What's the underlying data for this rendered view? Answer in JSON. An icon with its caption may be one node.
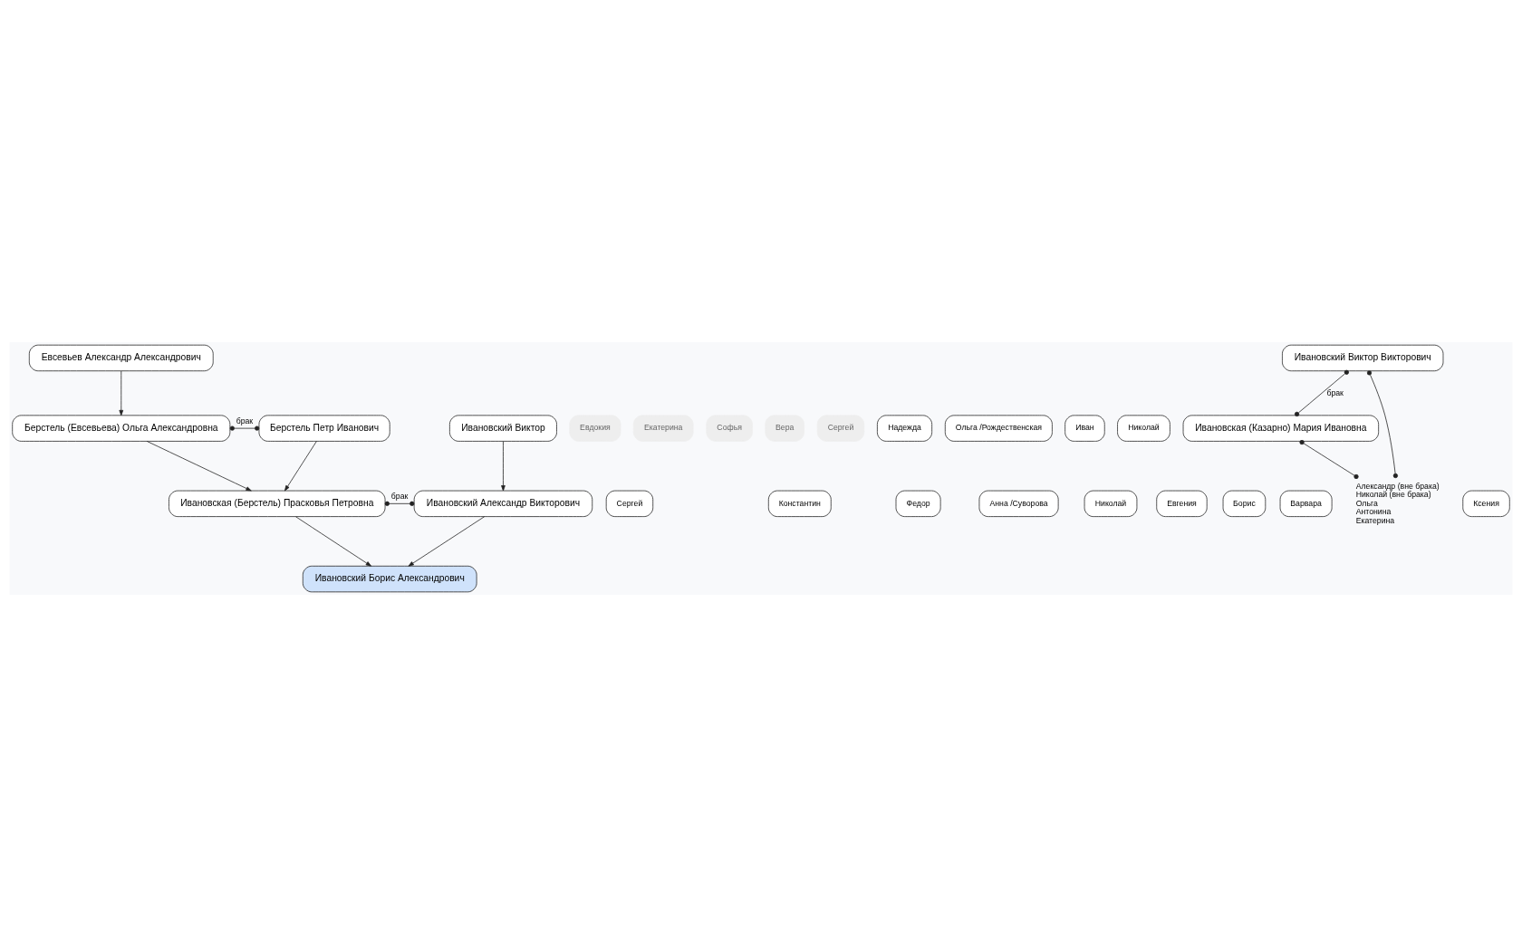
{
  "diagram": {
    "nodes": [
      {
        "text": [
          "Евсевьев Александр Александрович"
        ]
      },
      {
        "text": [
          "Берстель (Евсевьева) Ольга Александровна"
        ]
      },
      {
        "text": [
          "Берстель Петр Иванович"
        ]
      },
      {
        "text": [
          "Ивановский Виктор"
        ]
      },
      {
        "text": [
          "Евдокия"
        ]
      },
      {
        "text": [
          "Екатерина"
        ]
      },
      {
        "text": [
          "Софья"
        ]
      },
      {
        "text": [
          "Вера"
        ]
      },
      {
        "text": [
          "Сергей"
        ]
      },
      {
        "text": [
          "Константин"
        ]
      },
      {
        "text": [
          "Федор"
        ]
      },
      {
        "text": [
          "Анна /Суворова"
        ]
      },
      {
        "text": [
          "Николай"
        ]
      },
      {
        "text": [
          "Евгения"
        ]
      },
      {
        "text": [
          "Борис"
        ]
      },
      {
        "text": [
          "Варвара"
        ]
      },
      {
        "text": [
          "Сергей"
        ]
      },
      {
        "text": [
          "Надежда"
        ]
      },
      {
        "text": [
          "Ольга /Рождественская"
        ]
      },
      {
        "text": [
          "Иван"
        ]
      },
      {
        "text": [
          "Николай"
        ]
      },
      {
        "text": [
          "Ивановский Виктор Викторович"
        ]
      },
      {
        "text": [
          "Ивановская (Казарно) Мария Ивановна"
        ]
      },
      {
        "text": [
          "Александр (вне брака)",
          "Николай (вне брака)",
          "Ольга",
          "Антонина",
          "Екатерина"
        ]
      },
      {
        "text": [
          "Ивановская (Берстель) Прасковья Петровна"
        ]
      },
      {
        "text": [
          "Ивановский Александр Викторович"
        ]
      },
      {
        "text": [
          "Ксения"
        ]
      },
      {
        "text": [
          "Ивановский Борис Александрович"
        ]
      }
    ],
    "edges": [
      {
        "from": 0,
        "to": 1,
        "arrow": "to"
      },
      {
        "from": 1,
        "to": 2,
        "arrow": "other",
        "label": "брак"
      },
      {
        "from": 1,
        "to": 24,
        "arrow": "to"
      },
      {
        "from": 2,
        "to": 24,
        "arrow": "to"
      },
      {
        "from": 3,
        "to": 25,
        "arrow": "to"
      },
      {
        "from": 21,
        "to": 22,
        "arrow": "other",
        "label": "брак"
      },
      {
        "from": 21,
        "to": 23,
        "arrow": "other"
      },
      {
        "from": 22,
        "to": 23,
        "arrow": "other"
      },
      {
        "from": 24,
        "to": 25,
        "arrow": "other",
        "label": "брак"
      },
      {
        "from": 24,
        "to": 27,
        "arrow": "to"
      },
      {
        "from": 25,
        "to": 27,
        "arrow": "to"
      }
    ]
  }
}
